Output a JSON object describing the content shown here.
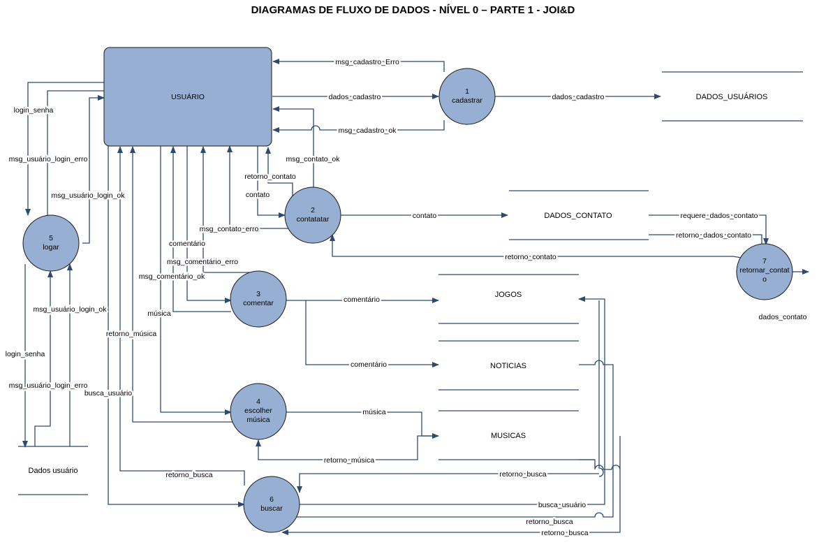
{
  "title": "DIAGRAMAS DE FLUXO DE DADOS - NÍVEL 0 – PARTE 1 - JOI&D",
  "colors": {
    "node_fill": "#96afd2",
    "line": "#2c4a6e"
  },
  "entity": {
    "label": "USUÁRIO"
  },
  "processes": {
    "cadastrar": {
      "num": "1",
      "name": "cadastrar"
    },
    "contatar": {
      "num": "2",
      "name": "contatatar"
    },
    "comentar": {
      "num": "3",
      "name": "comentar"
    },
    "escolher": {
      "num": "4",
      "name1": "escolher",
      "name2": "música"
    },
    "logar": {
      "num": "5",
      "name": "logar"
    },
    "buscar": {
      "num": "6",
      "name": "buscar"
    },
    "retornar": {
      "num": "7",
      "name1": "retornar_contat",
      "name2": "o"
    }
  },
  "stores": {
    "dados_usuarios": "DADOS_USUÁRIOS",
    "dados_contato": "DADOS_CONTATO",
    "jogos": "JOGOS",
    "noticias": "NOTICIAS",
    "musicas": "MUSICAS",
    "dados_usuario_local": "Dados usuário"
  },
  "flows": {
    "msg_cadastro_erro": "msg_cadastro_Erro",
    "dados_cadastro_1": "dados_cadastro",
    "dados_cadastro_2": "dados_cadastro",
    "msg_cadastro_ok": "msg_cadastro_ok",
    "msg_contato_ok": "msg_contato_ok",
    "retorno_contato_1": "retorno_contato",
    "contato_1": "contato",
    "contato_2": "contato",
    "msg_contato_erro": "msg_contato_erro",
    "requere_dados_contato": "requere_dados_contato",
    "retorno_dados_contato": "retorno_dados_contato",
    "retorno_contato_2": "retorno_contato",
    "dados_contato_out": "dados_contato",
    "login_senha_1": "login_senha",
    "msg_usuario_login_erro_1": "msg_usuário_login_erro",
    "msg_usuario_login_ok_1": "msg_usuário_login_ok",
    "msg_usuario_login_ok_2": "msg_usuário_login_ok",
    "login_senha_2": "login_senha",
    "msg_usuario_login_erro_2": "msg_usuário_login_erro",
    "comentario_1": "comentário",
    "msg_comentario_erro": "msg_comentário_erro",
    "msg_comentario_ok": "msg_comentário_ok",
    "comentario_2": "comentário",
    "comentario_3": "comentário",
    "musica_1": "música",
    "retorno_musica_1": "retorno_música",
    "busca_usuario_1": "busca_usuário",
    "musica_2": "música",
    "retorno_musica_2": "retorno_música",
    "retorno_busca_1": "retorno_busca",
    "retorno_busca_2": "retorno_busca",
    "busca_usuario_2": "busca_usuário",
    "retorno_busca_3": "retorno_busca",
    "retorno_busca_4": "retorno_busca"
  }
}
